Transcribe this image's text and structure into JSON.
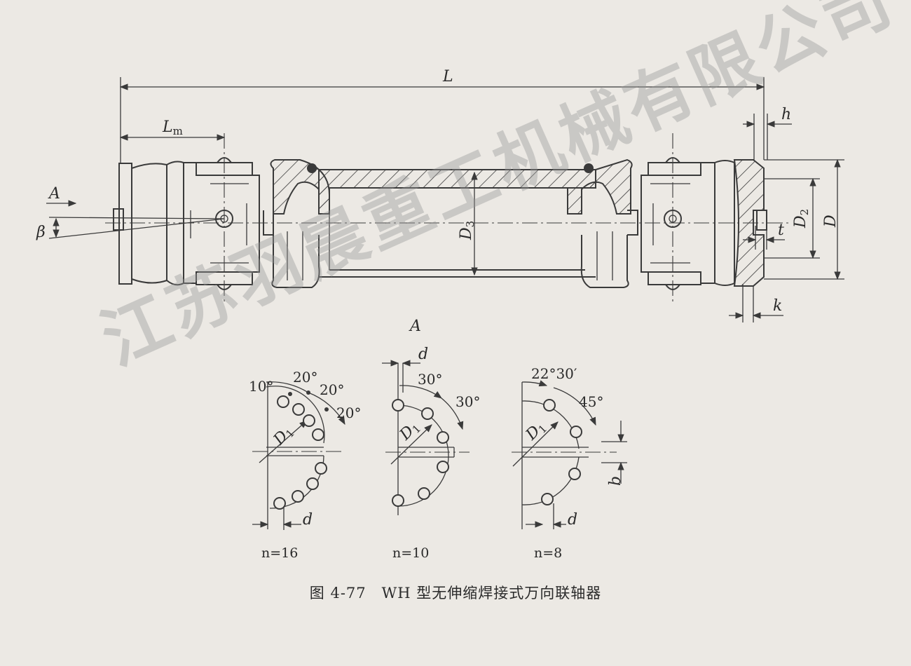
{
  "labels": {
    "L": "L",
    "Lm_main": "L",
    "Lm_sub": "m",
    "A_side": "A",
    "beta": "β",
    "D3_main": "D",
    "D3_sub": "3",
    "D2_main": "D",
    "D2_sub": "2",
    "D": "D",
    "h": "h",
    "t": "t",
    "k": "k",
    "A_view": "A",
    "d": "d",
    "D1_main": "D",
    "D1_sub": "1",
    "b": "b"
  },
  "pattern16": {
    "angles": [
      "10°",
      "20°",
      "20°",
      "20°"
    ],
    "n_label": "n=16"
  },
  "pattern10": {
    "angles": [
      "30°",
      "30°"
    ],
    "n_label": "n=10"
  },
  "pattern8": {
    "angles": [
      "22°30′",
      "45°"
    ],
    "n_label": "n=8"
  },
  "caption": "图 4-77　WH 型无伸缩焊接式万向联轴器",
  "watermark": "江苏羽晨重工机械有限公司",
  "colors": {
    "ink": "#3a3a3a",
    "paper": "#ece9e4"
  }
}
